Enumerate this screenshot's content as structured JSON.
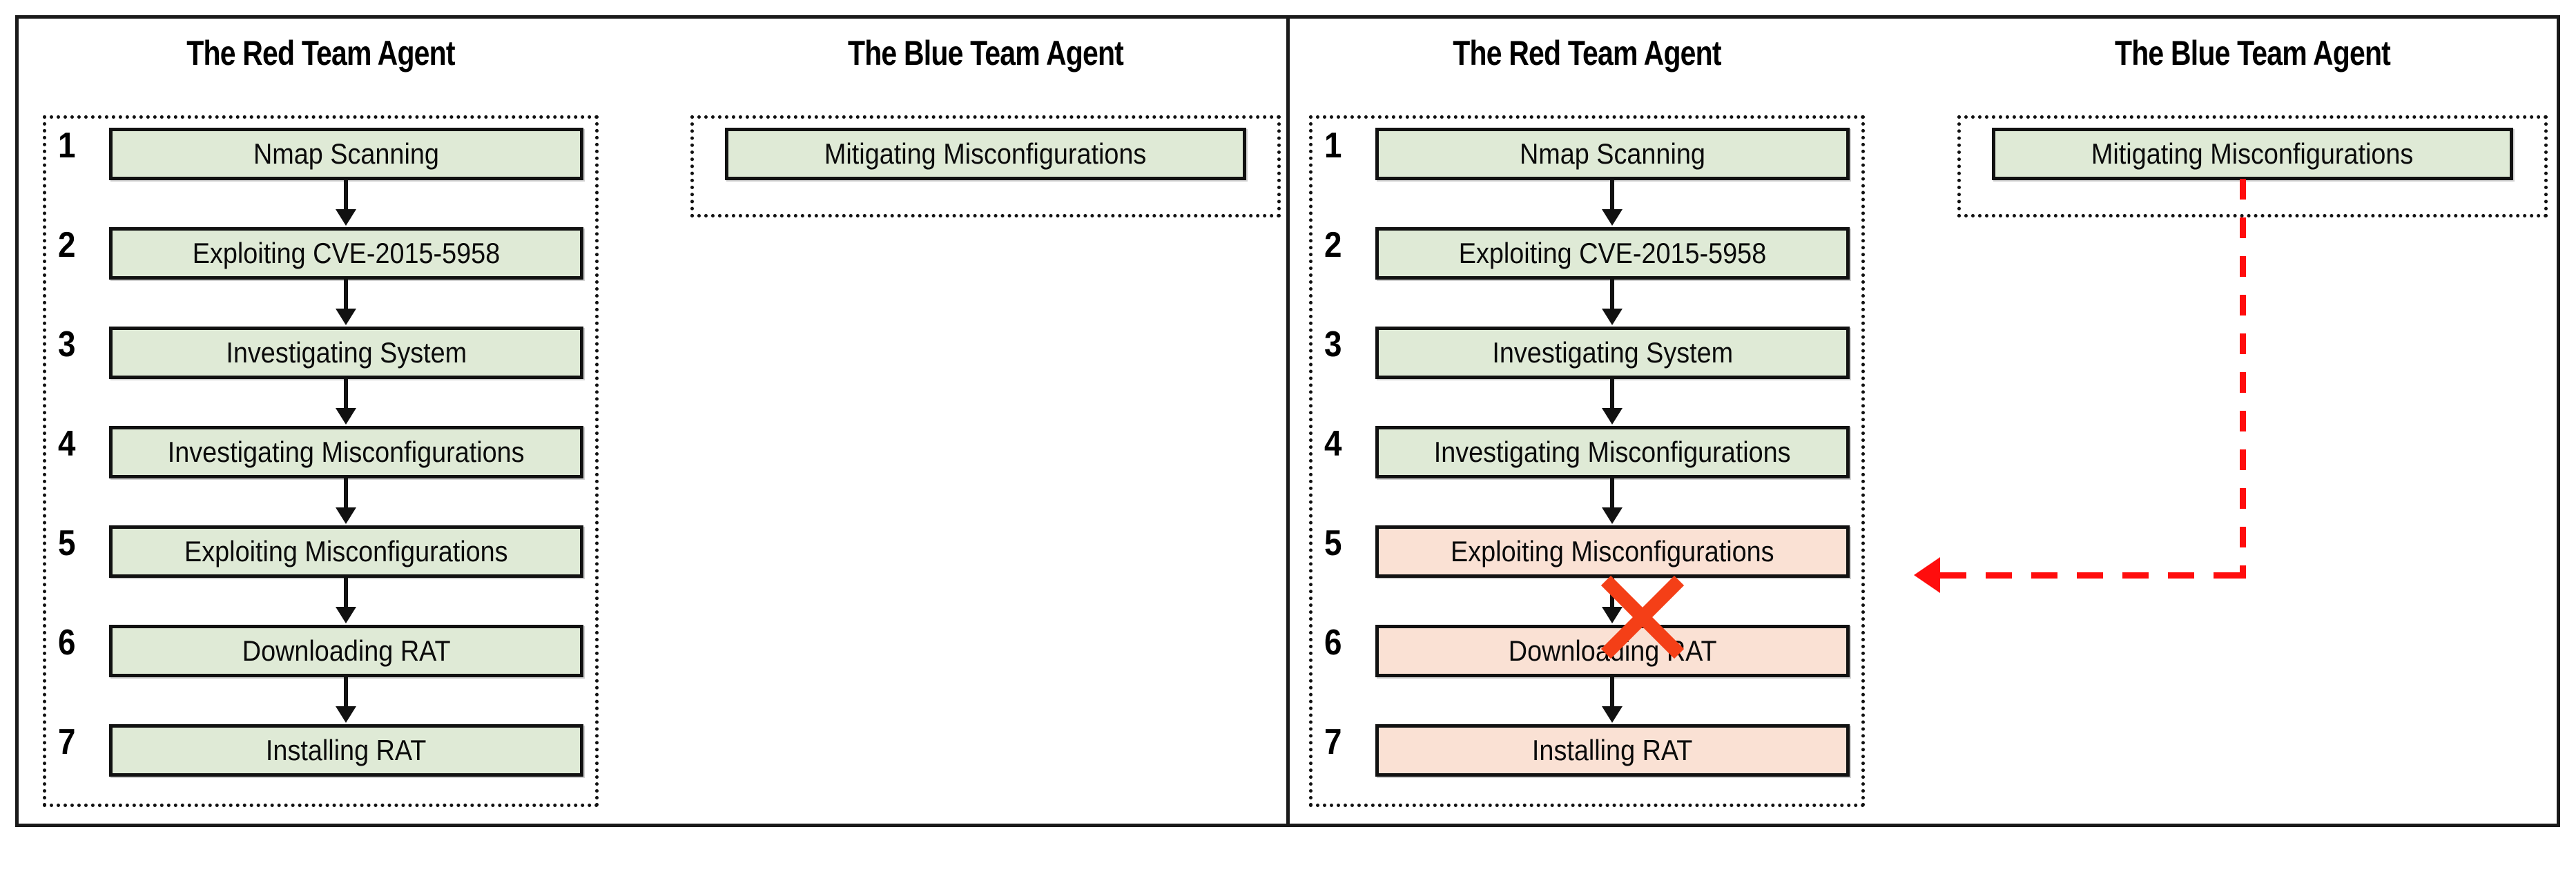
{
  "figure": {
    "caption_absent": true,
    "colors": {
      "node_allowed_fill": "#DFEAD6",
      "node_blocked_fill": "#FAE1D4",
      "node_border": "#111111",
      "mitigation_red": "#FF0D0D",
      "block_x_red": "#F43F17",
      "frame": "#1A1A1A"
    }
  },
  "panels": [
    {
      "id": "without-defense",
      "red_team": {
        "title": "The Red Team Agent",
        "steps": [
          {
            "num": "1",
            "label": "Nmap Scanning",
            "state": "green"
          },
          {
            "num": "2",
            "label": "Exploiting CVE-2015-5958",
            "state": "green"
          },
          {
            "num": "3",
            "label": "Investigating System",
            "state": "green"
          },
          {
            "num": "4",
            "label": "Investigating Misconfigurations",
            "state": "green"
          },
          {
            "num": "5",
            "label": "Exploiting Misconfigurations",
            "state": "green"
          },
          {
            "num": "6",
            "label": "Downloading RAT",
            "state": "green"
          },
          {
            "num": "7",
            "label": "Installing RAT",
            "state": "green"
          }
        ]
      },
      "blue_team": {
        "title": "The Blue Team Agent",
        "steps": [
          {
            "label": "Mitigating Misconfigurations",
            "state": "green"
          }
        ]
      },
      "mitigation_link": false,
      "blocked_transition": null
    },
    {
      "id": "with-defense",
      "red_team": {
        "title": "The Red Team Agent",
        "steps": [
          {
            "num": "1",
            "label": "Nmap Scanning",
            "state": "green"
          },
          {
            "num": "2",
            "label": "Exploiting CVE-2015-5958",
            "state": "green"
          },
          {
            "num": "3",
            "label": "Investigating System",
            "state": "green"
          },
          {
            "num": "4",
            "label": "Investigating Misconfigurations",
            "state": "green"
          },
          {
            "num": "5",
            "label": "Exploiting Misconfigurations",
            "state": "peach"
          },
          {
            "num": "6",
            "label": "Downloading RAT",
            "state": "peach"
          },
          {
            "num": "7",
            "label": "Installing RAT",
            "state": "peach"
          }
        ]
      },
      "blue_team": {
        "title": "The Blue Team Agent",
        "steps": [
          {
            "label": "Mitigating Misconfigurations",
            "state": "green"
          }
        ]
      },
      "mitigation_link": true,
      "mitigation_target_step": "5",
      "blocked_transition": "5-to-6"
    }
  ]
}
